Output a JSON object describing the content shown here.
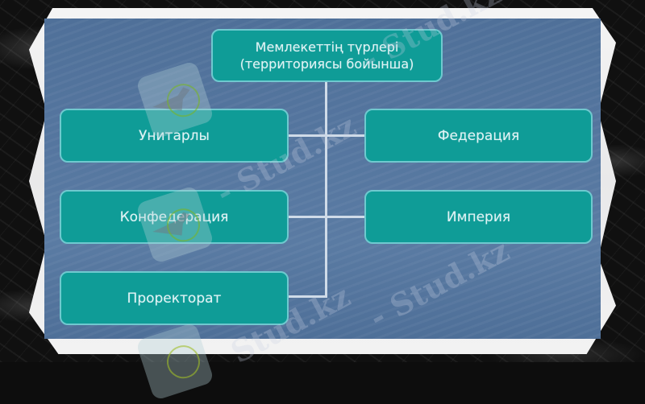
{
  "diagram": {
    "root": {
      "line1": "Мемлекеттің түрлері",
      "line2": "(территориясы бойынша)"
    },
    "left_nodes": [
      {
        "label": "Унитарлы"
      },
      {
        "label": "Конфедерация"
      },
      {
        "label": "Проректорат"
      }
    ],
    "right_nodes": [
      {
        "label": "Федерация"
      },
      {
        "label": "Империя"
      }
    ]
  },
  "watermark": {
    "text": "Stud.kz",
    "text_with_dash": "- Stud.kz"
  },
  "colors": {
    "node_fill": "#0f9c97",
    "node_border": "#6fc9cf",
    "panel_bg": "#5677a0",
    "connector": "#cfdbe8",
    "frame": "#f4f4f4",
    "background": "#101010"
  }
}
